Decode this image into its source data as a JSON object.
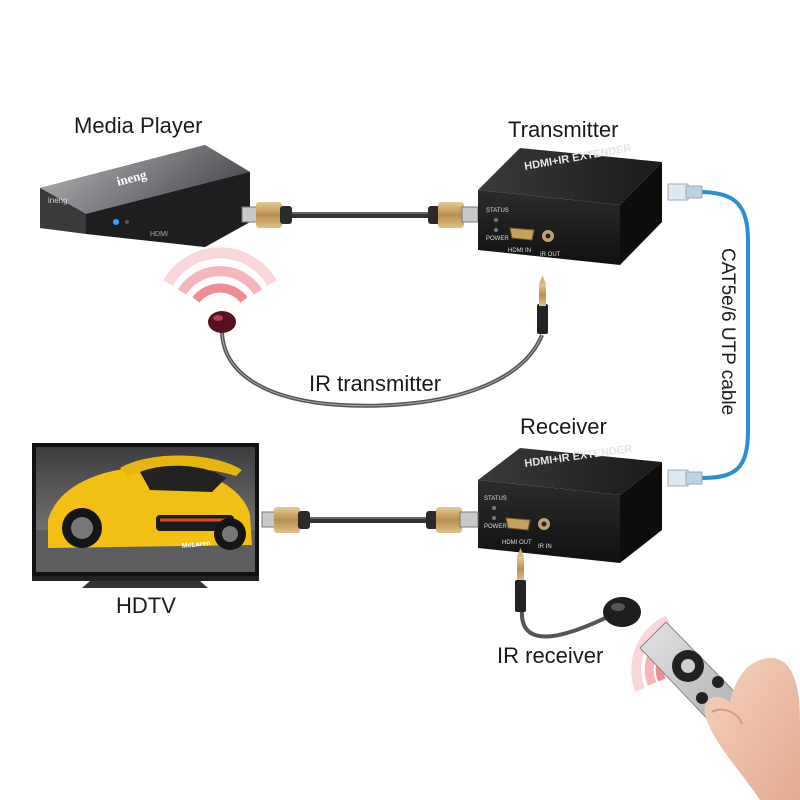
{
  "labels": {
    "media_player": "Media Player",
    "transmitter": "Transmitter",
    "receiver": "Receiver",
    "hdtv": "HDTV",
    "ir_transmitter": "IR transmitter",
    "ir_receiver": "IR receiver",
    "cable": "CAT5e/6 UTP cable"
  },
  "device_text": {
    "player_brand": "ineng",
    "player_small": "HDMI",
    "tx_title": "HDMI+IR EXTENDER",
    "rx_title": "HDMI+IR EXTENDER",
    "tx_status": "STATUS",
    "tx_power": "POWER",
    "tx_port1": "HDMI IN",
    "tx_port2": "IR OUT",
    "rx_status": "STATUS",
    "rx_power": "POWER",
    "rx_port1": "HDMI OUT",
    "rx_port2": "IR IN",
    "car_badge": "McLaren"
  },
  "colors": {
    "cable_blue": "#2a8fd0",
    "ir_red": "#e04050",
    "box_dark": "#1c1c1c",
    "hdmi_gold": "#c9a46a"
  }
}
